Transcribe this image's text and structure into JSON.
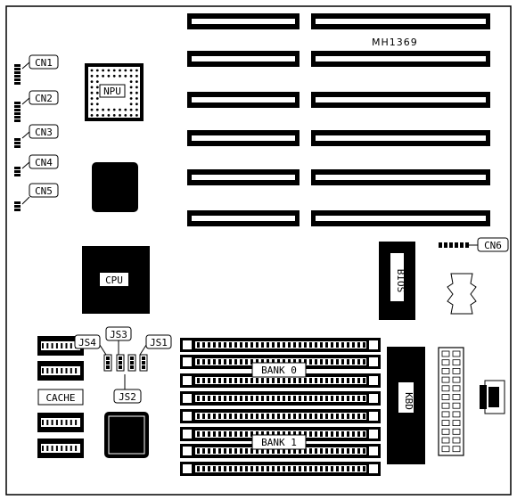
{
  "model": "MH1369",
  "connectors": {
    "cn1": "CN1",
    "cn2": "CN2",
    "cn3": "CN3",
    "cn4": "CN4",
    "cn5": "CN5",
    "cn6": "CN6"
  },
  "chips": {
    "npu": "NPU",
    "cpu": "CPU",
    "bios": "BIOS",
    "kbd": "KBD",
    "cache": "CACHE"
  },
  "jumpers": {
    "js1": "JS1",
    "js2": "JS2",
    "js3": "JS3",
    "js4": "JS4"
  },
  "memory": {
    "bank0": "BANK 0",
    "bank1": "BANK 1"
  },
  "colors": {
    "ink": "#000000",
    "paper": "#ffffff"
  }
}
